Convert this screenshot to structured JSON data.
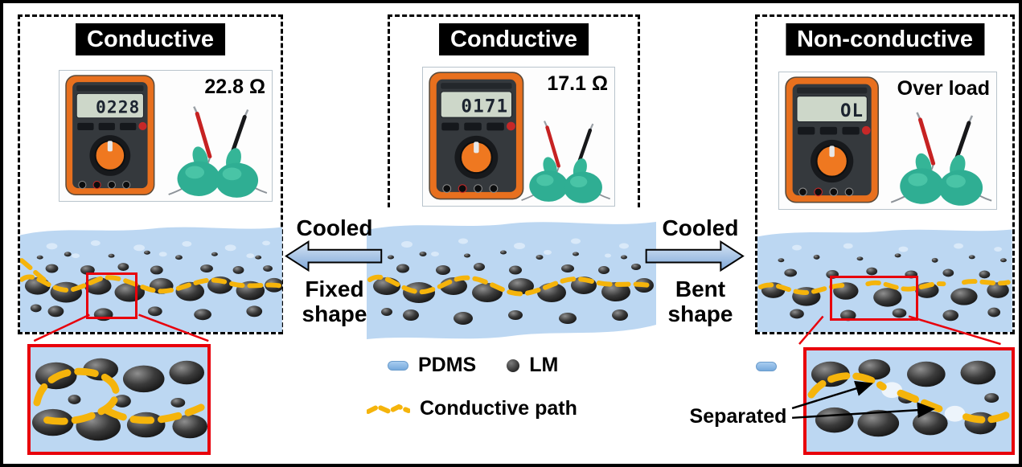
{
  "panels": [
    {
      "title": "Conductive",
      "reading": "22.8 Ω",
      "lcd": "0228"
    },
    {
      "title": "Conductive",
      "reading": "17.1 Ω",
      "lcd": "0171"
    },
    {
      "title": "Non-conductive",
      "reading": "Over load",
      "lcd": "OL"
    }
  ],
  "transitions": [
    {
      "top": "Cooled",
      "bottom": "Fixed shape"
    },
    {
      "top": "Cooled",
      "bottom": "Bent shape"
    }
  ],
  "legend": {
    "pdms_label": "PDMS",
    "lm_label": "LM",
    "conductive_path_label": "Conductive path"
  },
  "annotations": {
    "separated": "Separated"
  },
  "colors": {
    "pdms_blue": "#bcd7f2",
    "conductive_path_yellow": "#f5b40b",
    "highlight_red": "#e8000b",
    "glove_green": "#2fae93",
    "meter_orange": "#e8701e"
  }
}
